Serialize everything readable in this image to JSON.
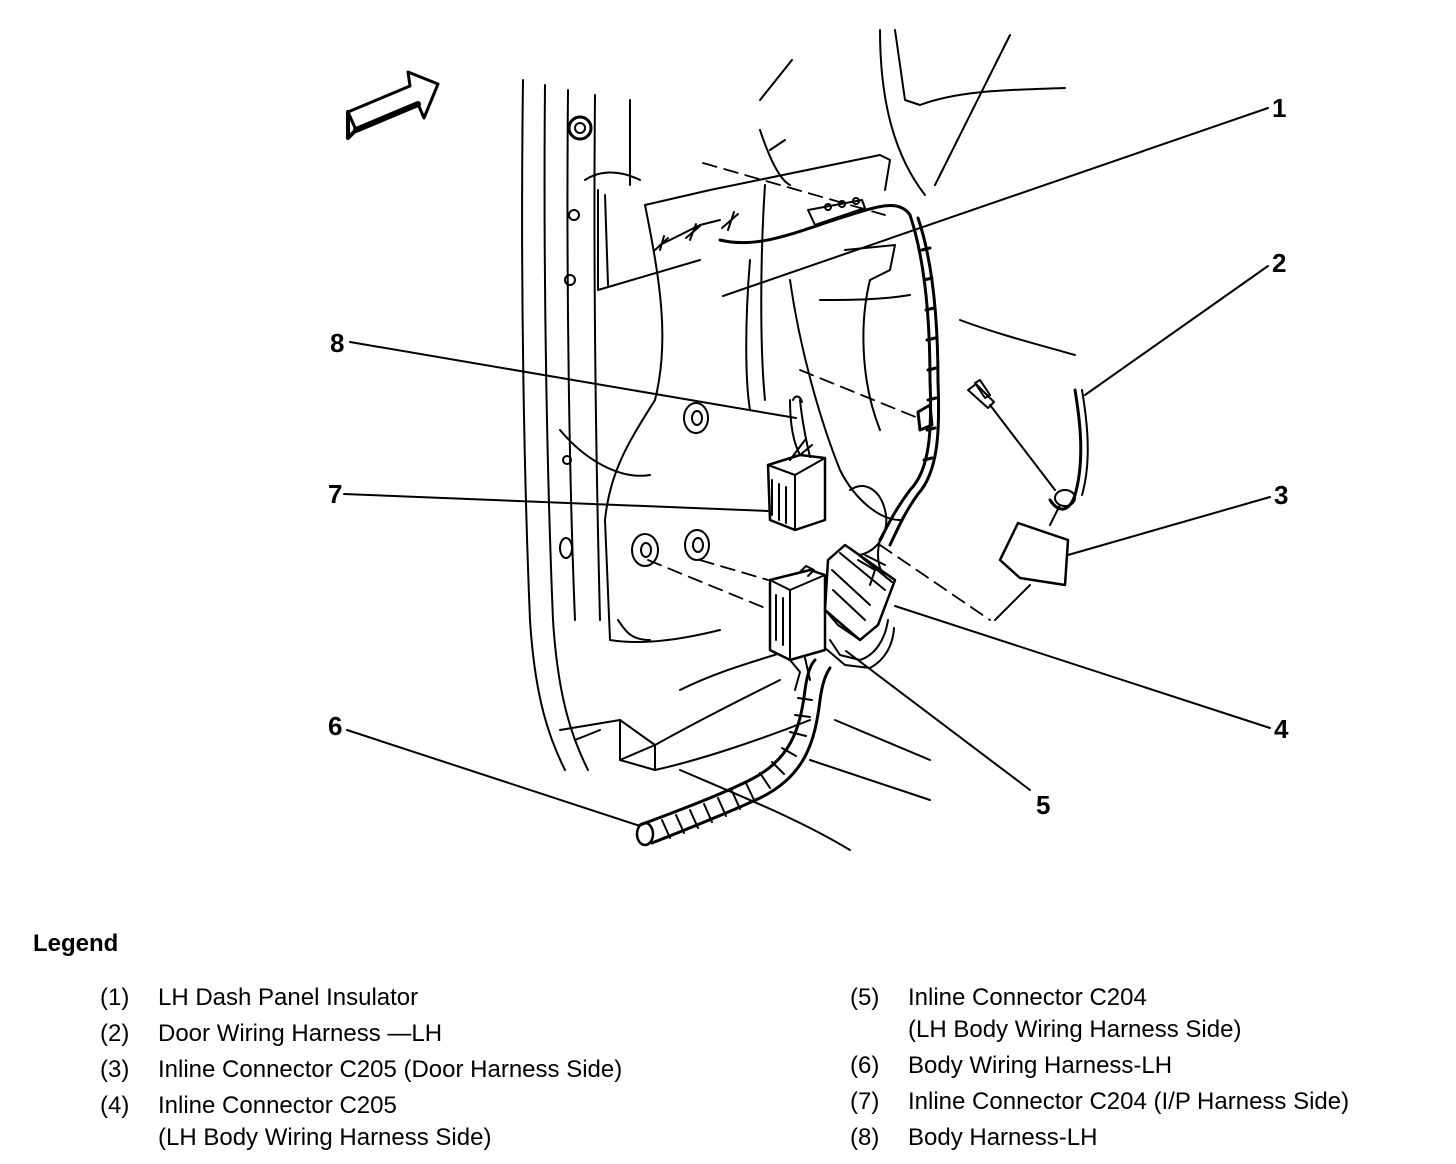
{
  "callouts": [
    "1",
    "2",
    "3",
    "4",
    "5",
    "6",
    "7",
    "8"
  ],
  "legend": {
    "title": "Legend",
    "items": [
      {
        "num": "(1)",
        "text": "LH Dash Panel Insulator"
      },
      {
        "num": "(2)",
        "text": "Door Wiring Harness —LH"
      },
      {
        "num": "(3)",
        "text": "Inline Connector C205 (Door Harness Side)"
      },
      {
        "num": "(4)",
        "text": "Inline Connector C205\n(LH Body Wiring Harness Side)"
      },
      {
        "num": "(5)",
        "text": "Inline Connector C204\n(LH Body Wiring Harness Side)"
      },
      {
        "num": "(6)",
        "text": "Body Wiring Harness-LH"
      },
      {
        "num": "(7)",
        "text": "Inline Connector C204 (I/P Harness Side)"
      },
      {
        "num": "(8)",
        "text": "Body Harness-LH"
      }
    ]
  }
}
